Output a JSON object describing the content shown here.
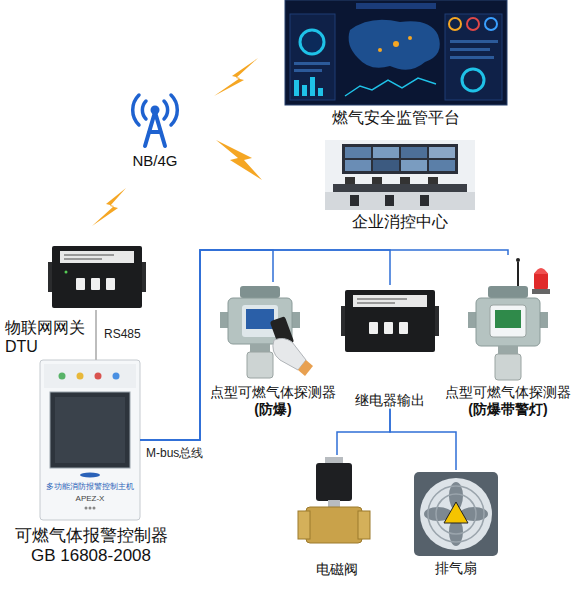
{
  "diagram": {
    "nodes": [
      {
        "text": [
          "燃气安全监管平台"
        ]
      },
      {
        "text": [
          "企业消控中心"
        ]
      },
      {
        "text": [
          "NB/4G"
        ]
      },
      {
        "text": [
          "物联网网关 DTU"
        ]
      },
      {
        "text": [
          "多功能消防报警控制主机",
          "APEZ-X",
          "可燃气体报警控制器 GB 16808-2008"
        ]
      },
      {
        "text": [
          "点型可燃气体探测器",
          "(防爆)"
        ]
      },
      {
        "text": [
          "继电器输出"
        ]
      },
      {
        "text": [
          "点型可燃气体探测器",
          "(防爆带警灯)"
        ]
      },
      {
        "text": [
          "电磁阀"
        ]
      },
      {
        "text": [
          "排气扇"
        ]
      }
    ],
    "edges": [
      {
        "from": 3,
        "to": 4,
        "label": "RS485",
        "arrow": "none"
      },
      {
        "from": 4,
        "to": 5,
        "arrow": "none"
      },
      {
        "from": 4,
        "to": 6,
        "arrow": "none"
      },
      {
        "from": 4,
        "to": 7,
        "arrow": "none"
      },
      {
        "from": 6,
        "to": 8,
        "arrow": "none"
      },
      {
        "from": 6,
        "to": 9,
        "arrow": "none"
      }
    ],
    "labels": [
      "M-bus总线"
    ]
  }
}
